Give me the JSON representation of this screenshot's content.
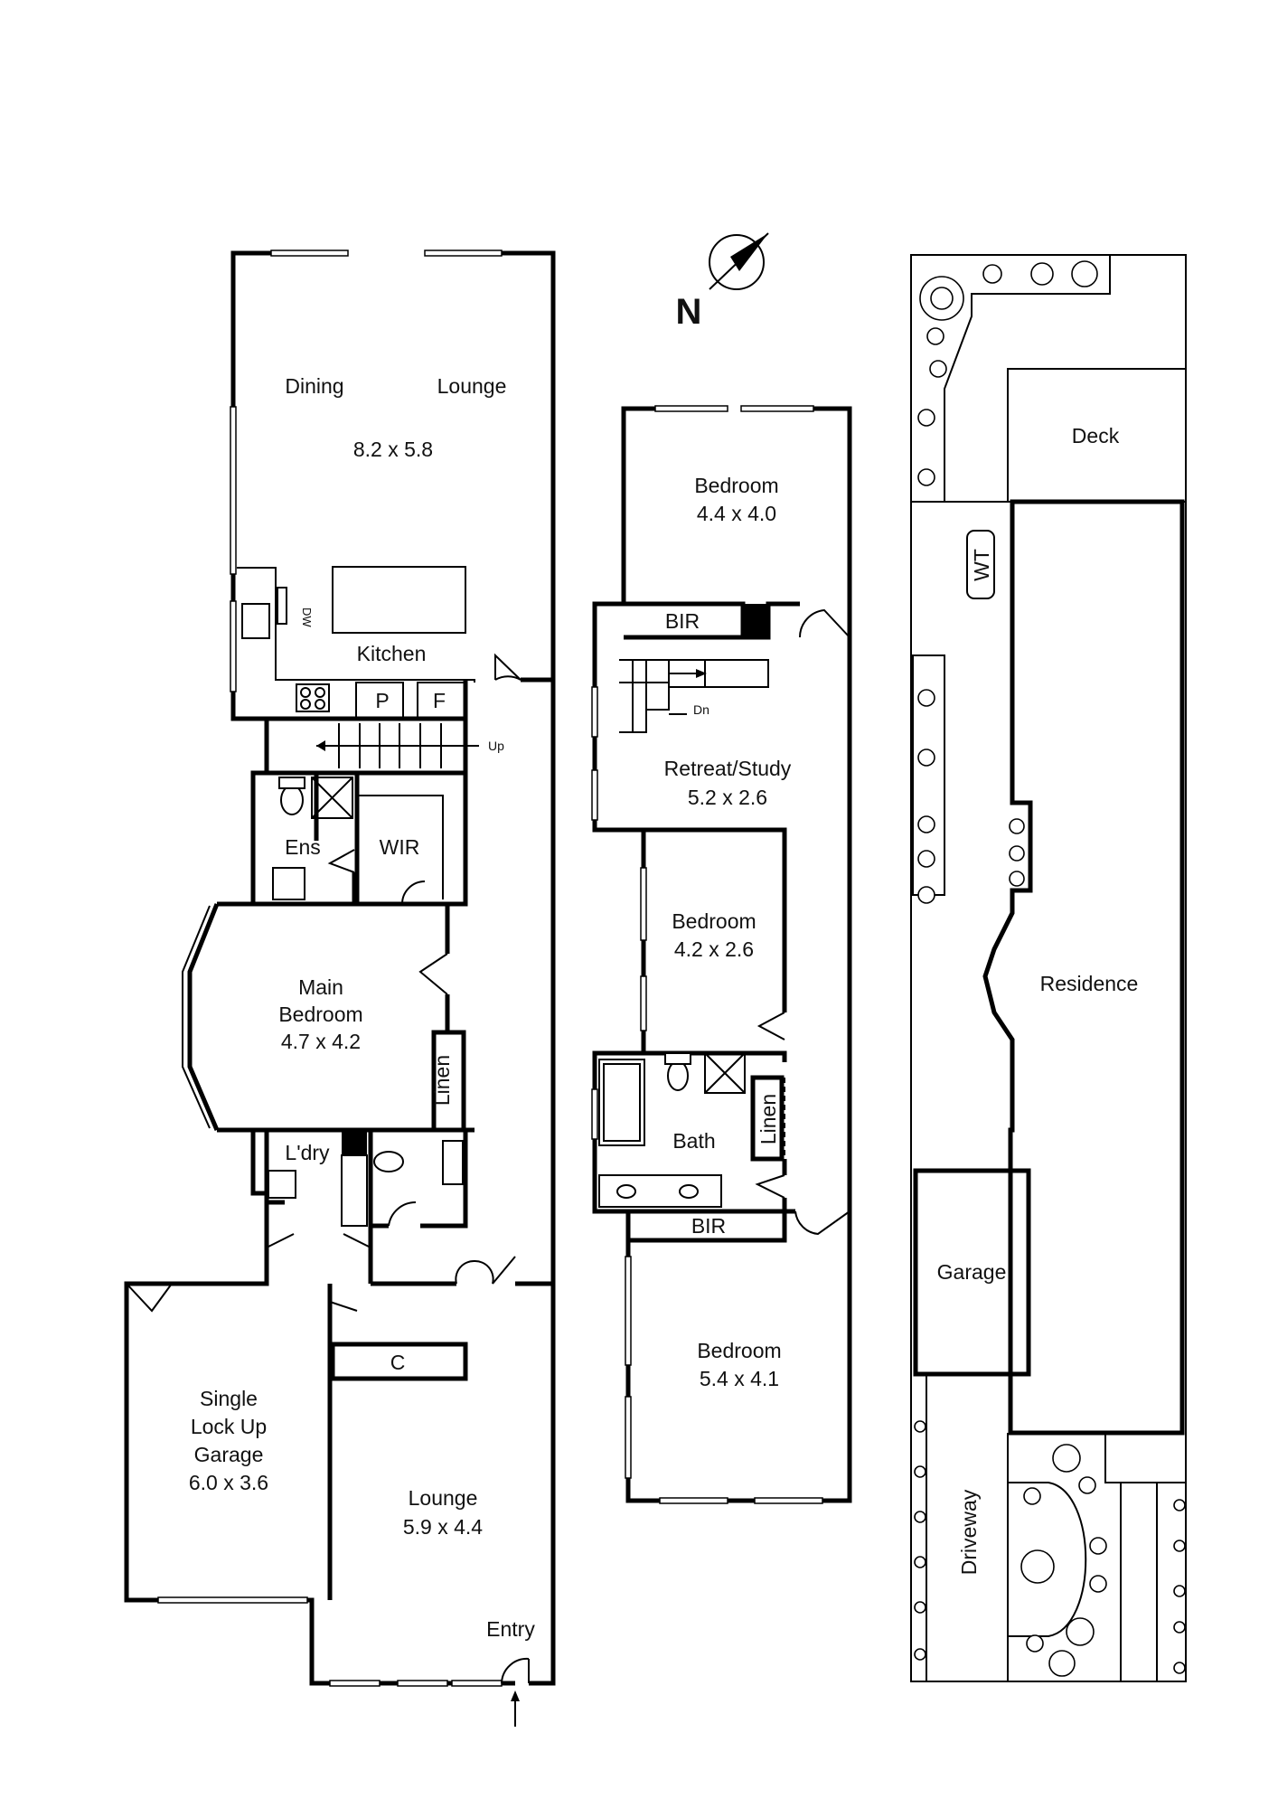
{
  "compass": {
    "letter": "N"
  },
  "ground_floor": {
    "dining": "Dining",
    "lounge_rear": "Lounge",
    "living_dims": "8.2 x 5.8",
    "dw": "DW",
    "kitchen": "Kitchen",
    "pantry": "P",
    "fridge": "F",
    "stairs_up": "Up",
    "ensuite": "Ens",
    "wir": "WIR",
    "main_bed_l1": "Main",
    "main_bed_l2": "Bedroom",
    "main_bed_dims": "4.7 x 4.2",
    "linen": "Linen",
    "laundry": "L'dry",
    "cupboard": "C",
    "garage_l1": "Single",
    "garage_l2": "Lock Up",
    "garage_l3": "Garage",
    "garage_dims": "6.0 x 3.6",
    "lounge_front": "Lounge",
    "lounge_front_dims": "5.9 x 4.4",
    "entry": "Entry"
  },
  "first_floor": {
    "bed1": "Bedroom",
    "bed1_dims": "4.4 x 4.0",
    "bir1": "BIR",
    "stairs_down": "Dn",
    "retreat": "Retreat/Study",
    "retreat_dims": "5.2 x 2.6",
    "bed2": "Bedroom",
    "bed2_dims": "4.2 x 2.6",
    "linen": "Linen",
    "bath": "Bath",
    "bir2": "BIR",
    "bed3": "Bedroom",
    "bed3_dims": "5.4 x 4.1"
  },
  "site_plan": {
    "deck": "Deck",
    "wt": "WT",
    "residence": "Residence",
    "garage": "Garage",
    "driveway": "Driveway"
  }
}
